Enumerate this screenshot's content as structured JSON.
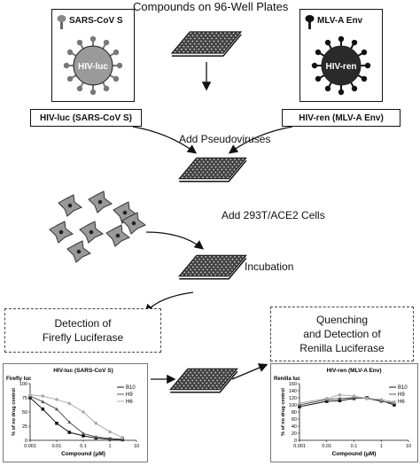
{
  "header": {
    "title": "Compounds on 96-Well Plates"
  },
  "left_virus": {
    "protein_label": "SARS-CoV S",
    "core_label": "HIV-luc",
    "box_label": "HIV-luc (SARS-CoV S)"
  },
  "right_virus": {
    "protein_label": "MLV-A Env",
    "core_label": "HIV-ren",
    "box_label": "HIV-ren (MLV-A Env)"
  },
  "steps": {
    "add_pseudoviruses": "Add Pseudoviruses",
    "add_cells": "Add 293T/ACE2 Cells",
    "incubation": "Incubation"
  },
  "detection_left": {
    "line1": "Detection of",
    "line2": "Firefly Luciferase"
  },
  "detection_right": {
    "line1": "Quenching",
    "line2": "and Detection of",
    "line3": "Renilla Luciferase"
  },
  "colors": {
    "virus_left": "#9a9a9a",
    "virus_right": "#2a2a2a",
    "series": [
      "#111111",
      "#555555",
      "#aaaaaa"
    ]
  },
  "chart_data": [
    {
      "type": "line",
      "title": "HIV-luc (SARS-CoV S)",
      "panel_label": "Firefly luc",
      "xlabel": "Compound (μM)",
      "ylabel": "% of no drug control",
      "xscale": "log",
      "xlim": [
        0.001,
        10
      ],
      "xticks": [
        "0.001",
        "0.01",
        "0.1",
        "1",
        "10"
      ],
      "ylim": [
        0,
        100
      ],
      "yticks": [
        "0",
        "25",
        "50",
        "75",
        "100"
      ],
      "x": [
        0.001,
        0.003,
        0.01,
        0.03,
        0.1,
        0.3,
        1,
        3
      ],
      "series": [
        {
          "name": "B10",
          "values": [
            75,
            55,
            30,
            14,
            8,
            4,
            2,
            1
          ]
        },
        {
          "name": "H9",
          "values": [
            78,
            68,
            55,
            32,
            12,
            6,
            3,
            2
          ]
        },
        {
          "name": "H6",
          "values": [
            80,
            78,
            72,
            65,
            50,
            30,
            15,
            5
          ]
        }
      ],
      "legend": "top-right"
    },
    {
      "type": "line",
      "title": "HIV-ren (MLV-A Env)",
      "panel_label": "Renilla luc",
      "xlabel": "Compound (μM)",
      "ylabel": "% of no drug control",
      "xscale": "log",
      "xlim": [
        0.001,
        10
      ],
      "xticks": [
        "0.001",
        "0.01",
        "0.1",
        "1",
        "10"
      ],
      "ylim": [
        0,
        160
      ],
      "yticks": [
        "0",
        "20",
        "40",
        "60",
        "80",
        "100",
        "120",
        "140",
        "160"
      ],
      "x": [
        0.001,
        0.01,
        0.03,
        0.1,
        0.3,
        1,
        3
      ],
      "series": [
        {
          "name": "B10",
          "values": [
            95,
            110,
            112,
            118,
            120,
            112,
            100
          ]
        },
        {
          "name": "H9",
          "values": [
            100,
            115,
            118,
            120,
            118,
            110,
            105
          ]
        },
        {
          "name": "H6",
          "values": [
            105,
            118,
            128,
            125,
            118,
            115,
            108
          ]
        }
      ],
      "legend": "top-right"
    }
  ]
}
